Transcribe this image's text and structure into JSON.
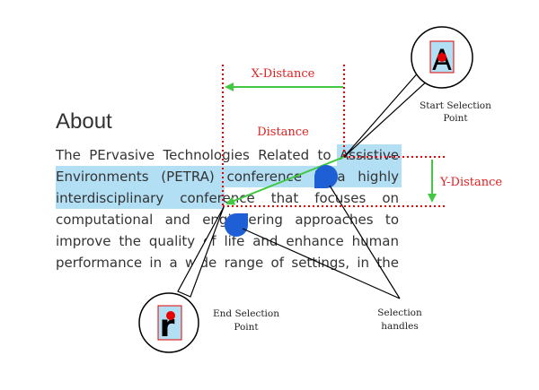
{
  "heading": "About",
  "paragraph_lines": [
    "The PErvasive Technologies Related to Assistive",
    "Environments (PETRA) conference is a highly",
    "interdisciplinary conference that focuses on",
    "computational and engineering approaches to",
    "improve the quality of life and enhance human",
    "performance in a wide range of settings, in the"
  ],
  "labels": {
    "x_distance": "X-Distance",
    "y_distance": "Y-Distance",
    "distance": "Distance",
    "start_selection_point": [
      "Start Selection",
      "Point"
    ],
    "end_selection_point": [
      "End Selection",
      "Point"
    ],
    "selection_handles": [
      "Selection",
      "handles"
    ]
  },
  "magnifier_letters": {
    "start": "A",
    "end": "r"
  },
  "colors": {
    "highlight": "#b3dff4",
    "handle": "#1f5fd6",
    "guide": "#e60000",
    "arrow": "#44c844",
    "label_red": "#e02020"
  }
}
